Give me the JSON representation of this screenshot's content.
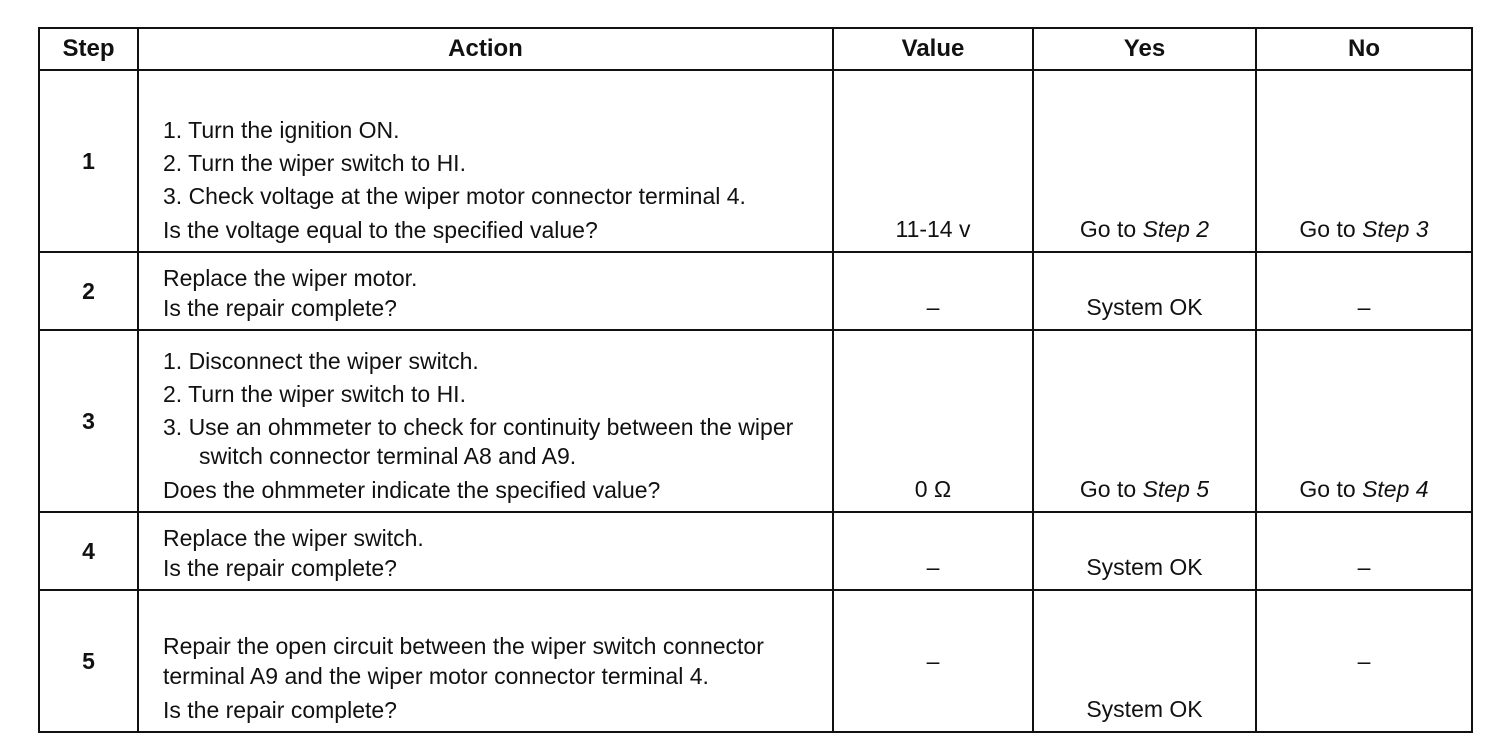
{
  "headers": {
    "step": "Step",
    "action": "Action",
    "value": "Value",
    "yes": "Yes",
    "no": "No"
  },
  "rows": [
    {
      "step": "1",
      "lines": [
        "1. Turn the ignition ON.",
        "2. Turn the wiper switch to HI.",
        "3. Check voltage at the wiper motor connector terminal 4."
      ],
      "question": "Is the voltage equal to the specified value?",
      "value": "11-14 v",
      "yes_prefix": "Go to ",
      "yes_ref": "Step 2",
      "no_prefix": "Go to ",
      "no_ref": "Step 3"
    },
    {
      "step": "2",
      "lines": [
        "Replace the wiper motor."
      ],
      "question": "Is the repair complete?",
      "value": "–",
      "yes": "System OK",
      "no": "–"
    },
    {
      "step": "3",
      "lines": [
        "1. Disconnect the wiper switch.",
        "2. Turn the wiper switch to HI.",
        "3. Use an ohmmeter to check for continuity between the wiper switch connector terminal A8 and A9."
      ],
      "question": "Does the ohmmeter indicate the specified value?",
      "value": "0 Ω",
      "yes_prefix": "Go to ",
      "yes_ref": "Step 5",
      "no_prefix": "Go to ",
      "no_ref": "Step 4"
    },
    {
      "step": "4",
      "lines": [
        "Replace the wiper switch."
      ],
      "question": "Is the repair complete?",
      "value": "–",
      "yes": "System OK",
      "no": "–"
    },
    {
      "step": "5",
      "lines": [
        "Repair the open circuit between the wiper switch connector terminal A9 and the wiper motor connector terminal 4."
      ],
      "question": "Is the repair complete?",
      "value": "–",
      "yes": "System OK",
      "no": "–"
    }
  ]
}
